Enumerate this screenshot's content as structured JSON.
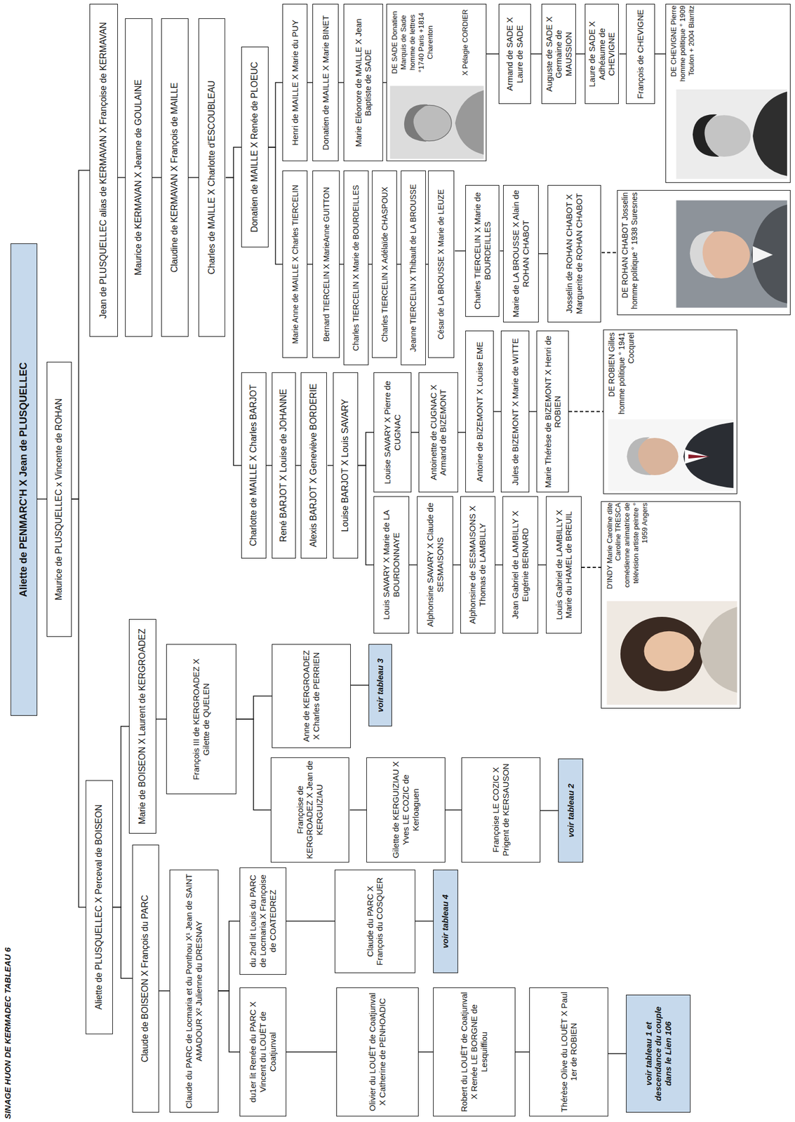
{
  "diagram": {
    "nodes": [
      {
        "text": [
          "Aliette de PENMARC'H X Jean de PLUSQUELLEC"
        ]
      },
      {
        "text": [
          "Maurice de PLUSQUELLEC x Vincente de ROHAN"
        ]
      },
      {
        "text": [
          "Aliette de PLUSQUELLEC X Perceval de BOISEON"
        ]
      },
      {
        "text": [
          "Jean de PLUSQUELLEC alias de KERMAVAN X Françoise de KERMAVAN"
        ]
      },
      {
        "text": [
          "Maurice de KERMAVAN X Jeanne de GOULAINE"
        ]
      },
      {
        "text": [
          "Claudine de KERMAVAN X François de MAILLE"
        ]
      },
      {
        "text": [
          "Charles de MAILLE X Charlotte d'ESCOUBLEAU"
        ]
      },
      {
        "text": [
          "Donatien de MAILLE X Renée de PLOEUC"
        ]
      },
      {
        "text": [
          "Henri de MAILLE X Marie du PUY"
        ]
      },
      {
        "text": [
          "Donatien de MAILLE X Marie BINET"
        ]
      },
      {
        "text": [
          "Marie Eléonore de MAILLE X Jean Baptiste de SADE"
        ]
      },
      {
        "text": [
          "DE SADE Donatien Marquis de Sade homme de lettres °1740 Paris +1814 Charenton",
          "X Pélagie CORDIER"
        ]
      },
      {
        "text": [
          "Armand de SADE X Laure de SADE"
        ]
      },
      {
        "text": [
          "Auguste de SADE X Germaine de MAUSSION"
        ]
      },
      {
        "text": [
          "Laure de SADE X Adhéaume de CHEVIGNE"
        ]
      },
      {
        "text": [
          "François de CHEVIGNE"
        ]
      },
      {
        "text": [
          "DE CHEVIGNE Pierre homme politique ° 1909 Toulon + 2004 Biarritz"
        ]
      },
      {
        "text": [
          "Marie Anne de MAILLE X Charles TIERCELIN"
        ]
      },
      {
        "text": [
          "Bernard TIERCELIN X MarieAnne GUITTON"
        ]
      },
      {
        "text": [
          "Charles TIERCELIN X Marie de BOURDEILLES"
        ]
      },
      {
        "text": [
          "Charles TIERCELIN X Adélaïde CHASPOUX"
        ]
      },
      {
        "text": [
          "Jeanne TIERCELIN X Thibault de LA BROUSSE"
        ]
      },
      {
        "text": [
          "César de LA BROUSSE X Marie de LEUZE"
        ]
      },
      {
        "text": [
          "Charles TIERCELIN X Marie de BOURDEILLES"
        ]
      },
      {
        "text": [
          "Marie de LA BROUSSE X Alain de ROHAN CHABOT"
        ]
      },
      {
        "text": [
          "Josselin de ROHAN CHABOT X Marguerite de ROHAN CHABOT"
        ]
      },
      {
        "text": [
          "DE ROHAN CHABOT Josselin homme politique ° 1938 Suresnes"
        ]
      },
      {
        "text": [
          "Charlotte de MAILLE X Charles BARJOT"
        ]
      },
      {
        "text": [
          "René BARJOT X Louise de JOHANNE"
        ]
      },
      {
        "text": [
          "Alexis BARJOT X Geneviève BORDERIE"
        ]
      },
      {
        "text": [
          "Louise BARJOT X Louis SAVARY"
        ]
      },
      {
        "text": [
          "Louise SAVARY X Pierre de CUGNAC"
        ]
      },
      {
        "text": [
          "Antoinette de CUGNAC X Armand de BIZEMONT"
        ]
      },
      {
        "text": [
          "Antoine de BIZEMONT X Louise EME"
        ]
      },
      {
        "text": [
          "Jules de BIZEMONT X Marie de WITTE"
        ]
      },
      {
        "text": [
          "Marie Thérèse de BIZEMONT X Henri de ROBIEN"
        ]
      },
      {
        "text": [
          "DE ROBIEN Gilles homme politique ° 1941 Cocqurel"
        ]
      },
      {
        "text": [
          "Louis SAVARY X Marie de LA BOURDONNAYE"
        ]
      },
      {
        "text": [
          "Alphonsine SAVARY X Claude de SESMAISONS"
        ]
      },
      {
        "text": [
          "Alphonsine de SESMAISONS X Thomas de LAMBILLY"
        ]
      },
      {
        "text": [
          "Jean Gabriel de LAMBILLY X Eugénie BERNARD"
        ]
      },
      {
        "text": [
          "Louis Gabriel de LAMBILLY X Marie du HAMEL de BREUIL"
        ]
      },
      {
        "text": [
          "D'INDY Marie Caroline dite Caroline TRESCA comédienne animatrice de télévision artiste peintre ° 1959 Angers"
        ]
      },
      {
        "text": [
          "Claude de BOISEON X François du PARC"
        ]
      },
      {
        "text": [
          "Marie de BOISEON X Laurent de KERGROADEZ"
        ]
      },
      {
        "text": [
          "Claude du PARC de Locmaria et du Ponthou X¹ Jean de SAINT AMADOUR X² Julienne du DRESNAY"
        ]
      },
      {
        "text": [
          "du1er lit Renée du PARC X Vincent du LOUËT de Coatjunval"
        ]
      },
      {
        "text": [
          "du 2nd lit Louis du PARC de Locmaria X Françoise de COATEDREZ"
        ]
      },
      {
        "text": [
          "Olivier du LOUËT de Coatjunval X Catherine de PENHOADIC"
        ]
      },
      {
        "text": [
          "Robert du LOUËT de Coatjunval X Renée LE BORGNE de Lesquiffiou"
        ]
      },
      {
        "text": [
          "Thérèse Olive du LOUËT X Paul 1er de ROBIEN"
        ]
      },
      {
        "text": [
          "voir tableau 1 et descendance du couple dans le Lien 106"
        ]
      },
      {
        "text": [
          "Claude du PARC X François du COSQUER"
        ]
      },
      {
        "text": [
          "voir tableau 4"
        ]
      },
      {
        "text": [
          "François III de KERGROADEZ X Gilette de QUELEN"
        ]
      },
      {
        "text": [
          "Françoise de KERGROADEZ X Jean de KERGUIZIAU"
        ]
      },
      {
        "text": [
          "Gilette de KERGUIZIAU X Yves LE COZIC de Kerloaguen"
        ]
      },
      {
        "text": [
          "Françoise LE COZIC X Prigent de KERSAUSON"
        ]
      },
      {
        "text": [
          "voir tableau 2"
        ]
      },
      {
        "text": [
          "Anne de KERGROADEZ X Charles de PERRIEN"
        ]
      },
      {
        "text": [
          "voir tableau 3"
        ]
      }
    ],
    "edges": [
      {
        "from": 0,
        "to": 1,
        "arrow": "none"
      },
      {
        "from": 1,
        "to": 2,
        "arrow": "none"
      },
      {
        "from": 1,
        "to": 3,
        "arrow": "none"
      },
      {
        "from": 3,
        "to": 4,
        "arrow": "none"
      },
      {
        "from": 4,
        "to": 5,
        "arrow": "none"
      },
      {
        "from": 5,
        "to": 6,
        "arrow": "none"
      },
      {
        "from": 6,
        "to": 7,
        "arrow": "none"
      },
      {
        "from": 6,
        "to": 27,
        "arrow": "none"
      },
      {
        "from": 7,
        "to": 8,
        "arrow": "none"
      },
      {
        "from": 7,
        "to": 17,
        "arrow": "none"
      },
      {
        "from": 8,
        "to": 9,
        "arrow": "none"
      },
      {
        "from": 9,
        "to": 10,
        "arrow": "none"
      },
      {
        "from": 10,
        "to": 11,
        "arrow": "none"
      },
      {
        "from": 11,
        "to": 12,
        "arrow": "none"
      },
      {
        "from": 12,
        "to": 13,
        "arrow": "none"
      },
      {
        "from": 13,
        "to": 14,
        "arrow": "none"
      },
      {
        "from": 14,
        "to": 15,
        "arrow": "none"
      },
      {
        "from": 15,
        "to": 16,
        "arrow": "none"
      },
      {
        "from": 17,
        "to": 18,
        "arrow": "none"
      },
      {
        "from": 18,
        "to": 19,
        "arrow": "none"
      },
      {
        "from": 19,
        "to": 20,
        "arrow": "none"
      },
      {
        "from": 20,
        "to": 21,
        "arrow": "none"
      },
      {
        "from": 21,
        "to": 22,
        "arrow": "none"
      },
      {
        "from": 22,
        "to": 23,
        "arrow": "none"
      },
      {
        "from": 23,
        "to": 24,
        "arrow": "none"
      },
      {
        "from": 24,
        "to": 25,
        "arrow": "none"
      },
      {
        "from": 25,
        "to": 26,
        "arrow": "none"
      },
      {
        "from": 27,
        "to": 28,
        "arrow": "none"
      },
      {
        "from": 28,
        "to": 29,
        "arrow": "none"
      },
      {
        "from": 29,
        "to": 30,
        "arrow": "none"
      },
      {
        "from": 30,
        "to": 31,
        "arrow": "none"
      },
      {
        "from": 30,
        "to": 37,
        "arrow": "none"
      },
      {
        "from": 31,
        "to": 32,
        "arrow": "none"
      },
      {
        "from": 32,
        "to": 33,
        "arrow": "none"
      },
      {
        "from": 33,
        "to": 34,
        "arrow": "none"
      },
      {
        "from": 34,
        "to": 35,
        "arrow": "none"
      },
      {
        "from": 35,
        "to": 36,
        "arrow": "none"
      },
      {
        "from": 37,
        "to": 38,
        "arrow": "none"
      },
      {
        "from": 38,
        "to": 39,
        "arrow": "none"
      },
      {
        "from": 39,
        "to": 40,
        "arrow": "none"
      },
      {
        "from": 40,
        "to": 41,
        "arrow": "none"
      },
      {
        "from": 41,
        "to": 42,
        "arrow": "none"
      },
      {
        "from": 2,
        "to": 43,
        "arrow": "none"
      },
      {
        "from": 2,
        "to": 44,
        "arrow": "none"
      },
      {
        "from": 43,
        "to": 45,
        "arrow": "none"
      },
      {
        "from": 45,
        "to": 46,
        "arrow": "none"
      },
      {
        "from": 45,
        "to": 47,
        "arrow": "none"
      },
      {
        "from": 46,
        "to": 48,
        "arrow": "none"
      },
      {
        "from": 48,
        "to": 49,
        "arrow": "none"
      },
      {
        "from": 49,
        "to": 50,
        "arrow": "none"
      },
      {
        "from": 50,
        "to": 51,
        "arrow": "none"
      },
      {
        "from": 47,
        "to": 52,
        "arrow": "none"
      },
      {
        "from": 52,
        "to": 53,
        "arrow": "none"
      },
      {
        "from": 44,
        "to": 54,
        "arrow": "none"
      },
      {
        "from": 54,
        "to": 55,
        "arrow": "none"
      },
      {
        "from": 54,
        "to": 59,
        "arrow": "none"
      },
      {
        "from": 55,
        "to": 56,
        "arrow": "none"
      },
      {
        "from": 56,
        "to": 57,
        "arrow": "none"
      },
      {
        "from": 57,
        "to": 58,
        "arrow": "none"
      },
      {
        "from": 59,
        "to": 60,
        "arrow": "none"
      }
    ],
    "labels": [
      "SINAGE HUON DE KERMADEC TABLEAU 6"
    ]
  }
}
